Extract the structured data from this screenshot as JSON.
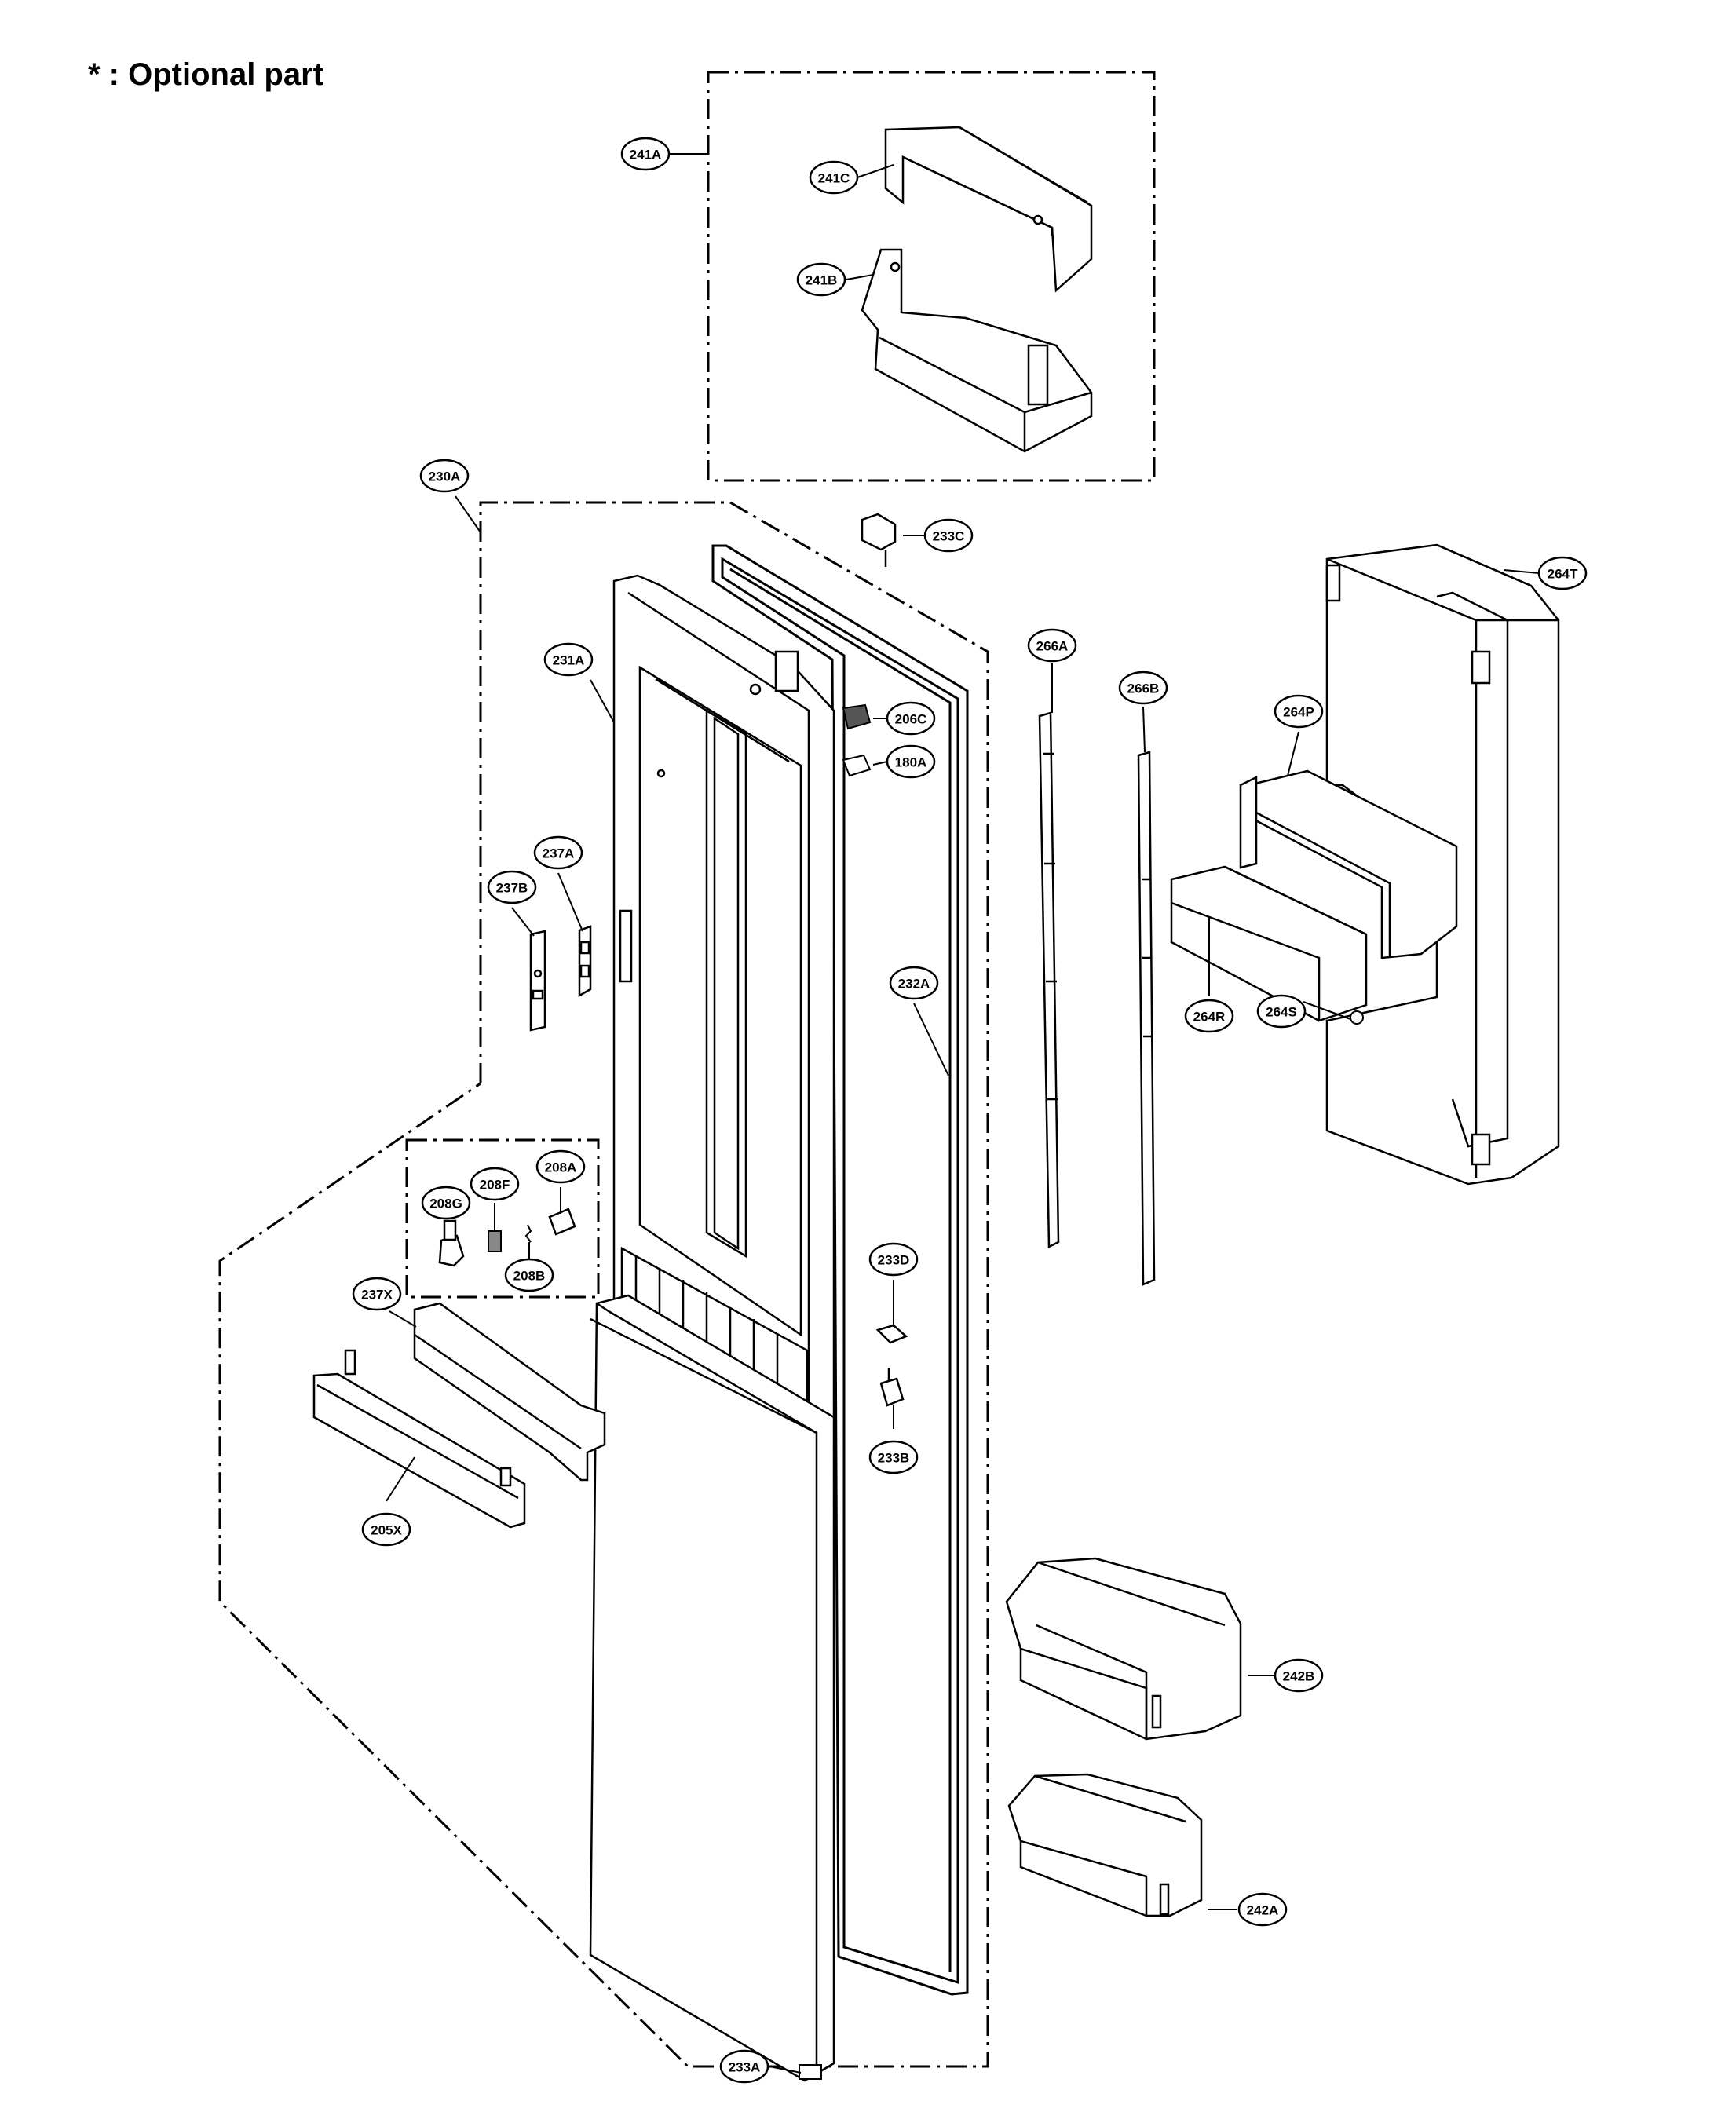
{
  "note": "* : Optional part",
  "callouts": {
    "p241A": "241A",
    "p241C": "241C",
    "p241B": "241B",
    "p230A": "230A",
    "p233C": "233C",
    "p264T": "264T",
    "p231A": "231A",
    "p206C": "206C",
    "p180A": "180A",
    "p266A": "266A",
    "p266B": "266B",
    "p264P": "264P",
    "p237A": "237A",
    "p237B": "237B",
    "p232A": "232A",
    "p264R": "264R",
    "p264S": "264S",
    "p208A": "208A",
    "p208G": "208G",
    "p208F": "208F",
    "p208B": "208B",
    "p233D": "233D",
    "p237X": "237X",
    "p233B": "233B",
    "p205X": "205X",
    "p242B": "242B",
    "p242A": "242A",
    "p233A": "233A"
  }
}
